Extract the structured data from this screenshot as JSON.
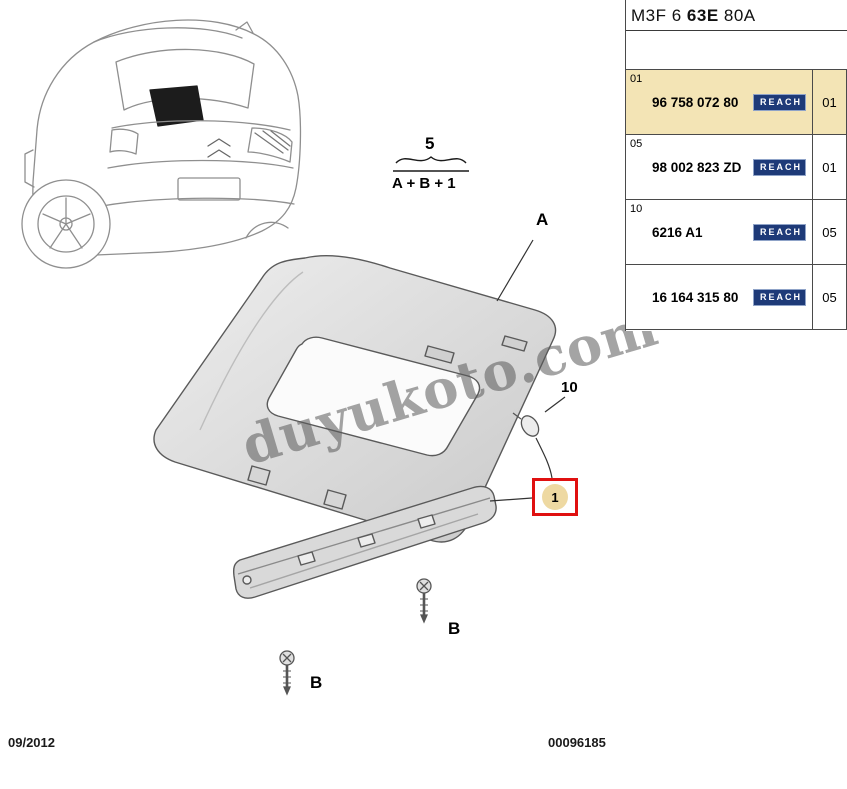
{
  "page": {
    "date_code": "09/2012",
    "figure_number": "00096185",
    "watermark": "duyukoto.com"
  },
  "diagram": {
    "group_count": "5",
    "group_formula": "A + B + 1",
    "callout_housing": "A",
    "callout_bulb": "10",
    "callout_lamp": "1",
    "callout_screw": "B"
  },
  "parts_panel": {
    "header_prefix": "M3F 6 ",
    "header_bold": "63E",
    "header_suffix": " 80A",
    "rows": [
      {
        "index": "01",
        "part_number": "96 758 072 80",
        "reach": "REACH",
        "qty": "01",
        "highlighted": true
      },
      {
        "index": "05",
        "part_number": "98 002 823 ZD",
        "reach": "REACH",
        "qty": "01",
        "highlighted": false
      },
      {
        "index": "10",
        "part_number": "6216 A1",
        "reach": "REACH",
        "qty": "05",
        "highlighted": false
      },
      {
        "index": "",
        "part_number": "16 164 315 80",
        "reach": "REACH",
        "qty": "05",
        "highlighted": false
      }
    ],
    "colors": {
      "highlight": "#f3e4b5",
      "reach_badge_bg": "#1e3a78",
      "hotspot_border": "#e01010",
      "hotspot_fill": "#eed9a2"
    }
  }
}
